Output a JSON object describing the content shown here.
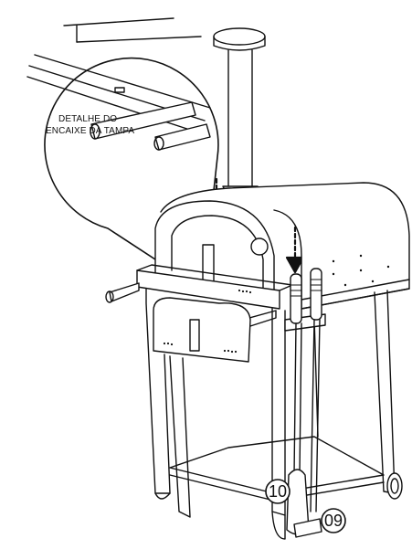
{
  "detail": {
    "line1": "DETALHE DO",
    "line2": "ENCAIXE DA TAMPA"
  },
  "callouts": {
    "tool_peel": "10",
    "tool_ash": "09"
  },
  "colors": {
    "ink": "#111111",
    "paper": "#ffffff"
  }
}
